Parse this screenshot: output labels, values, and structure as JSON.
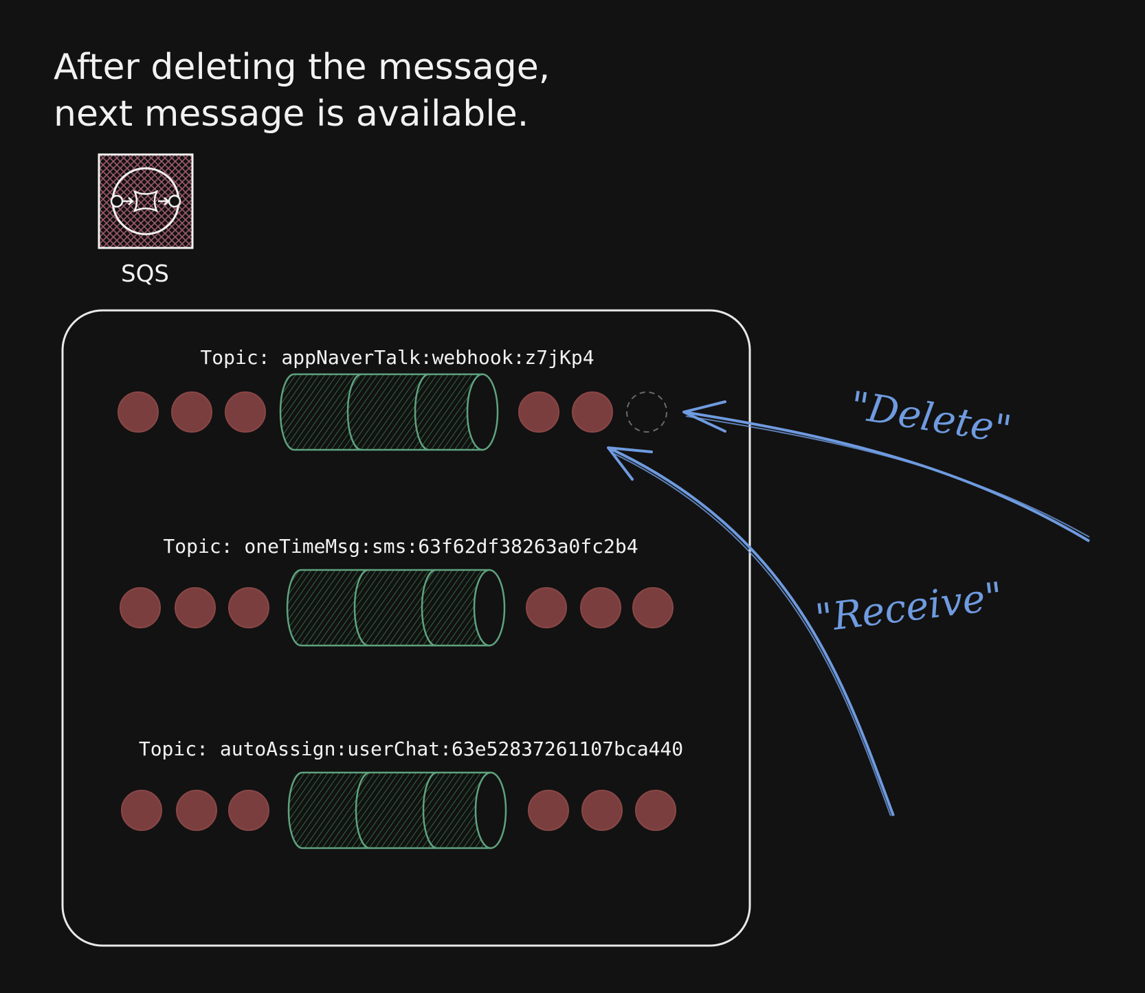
{
  "title_lines": [
    "After deleting the message,",
    "next message is available."
  ],
  "service": {
    "label": "SQS",
    "icon": "sqs-icon",
    "icon_color": "#a05a6e"
  },
  "topics": [
    {
      "label": "Topic: appNaverTalk:webhook:z7jKp4",
      "queued_before": 3,
      "in_flight": 3,
      "queued_after": 2,
      "deleted_slots": 1
    },
    {
      "label": "Topic: oneTimeMsg:sms:63f62df38263a0fc2b4",
      "queued_before": 3,
      "in_flight": 3,
      "queued_after": 3,
      "deleted_slots": 0
    },
    {
      "label": "Topic: autoAssign:userChat:63e52837261107bca440",
      "queued_before": 3,
      "in_flight": 3,
      "queued_after": 3,
      "deleted_slots": 0
    }
  ],
  "actions": {
    "delete": "\"Delete\"",
    "receive": "\"Receive\""
  },
  "colors": {
    "background": "#121212",
    "message": "#7a3e3e",
    "message_stroke": "#8a4646",
    "cylinder_fill": "#1f4d2a",
    "cylinder_stroke": "#5fa37e",
    "arrow": "#6f9be0",
    "frame": "#e8e8e8"
  }
}
